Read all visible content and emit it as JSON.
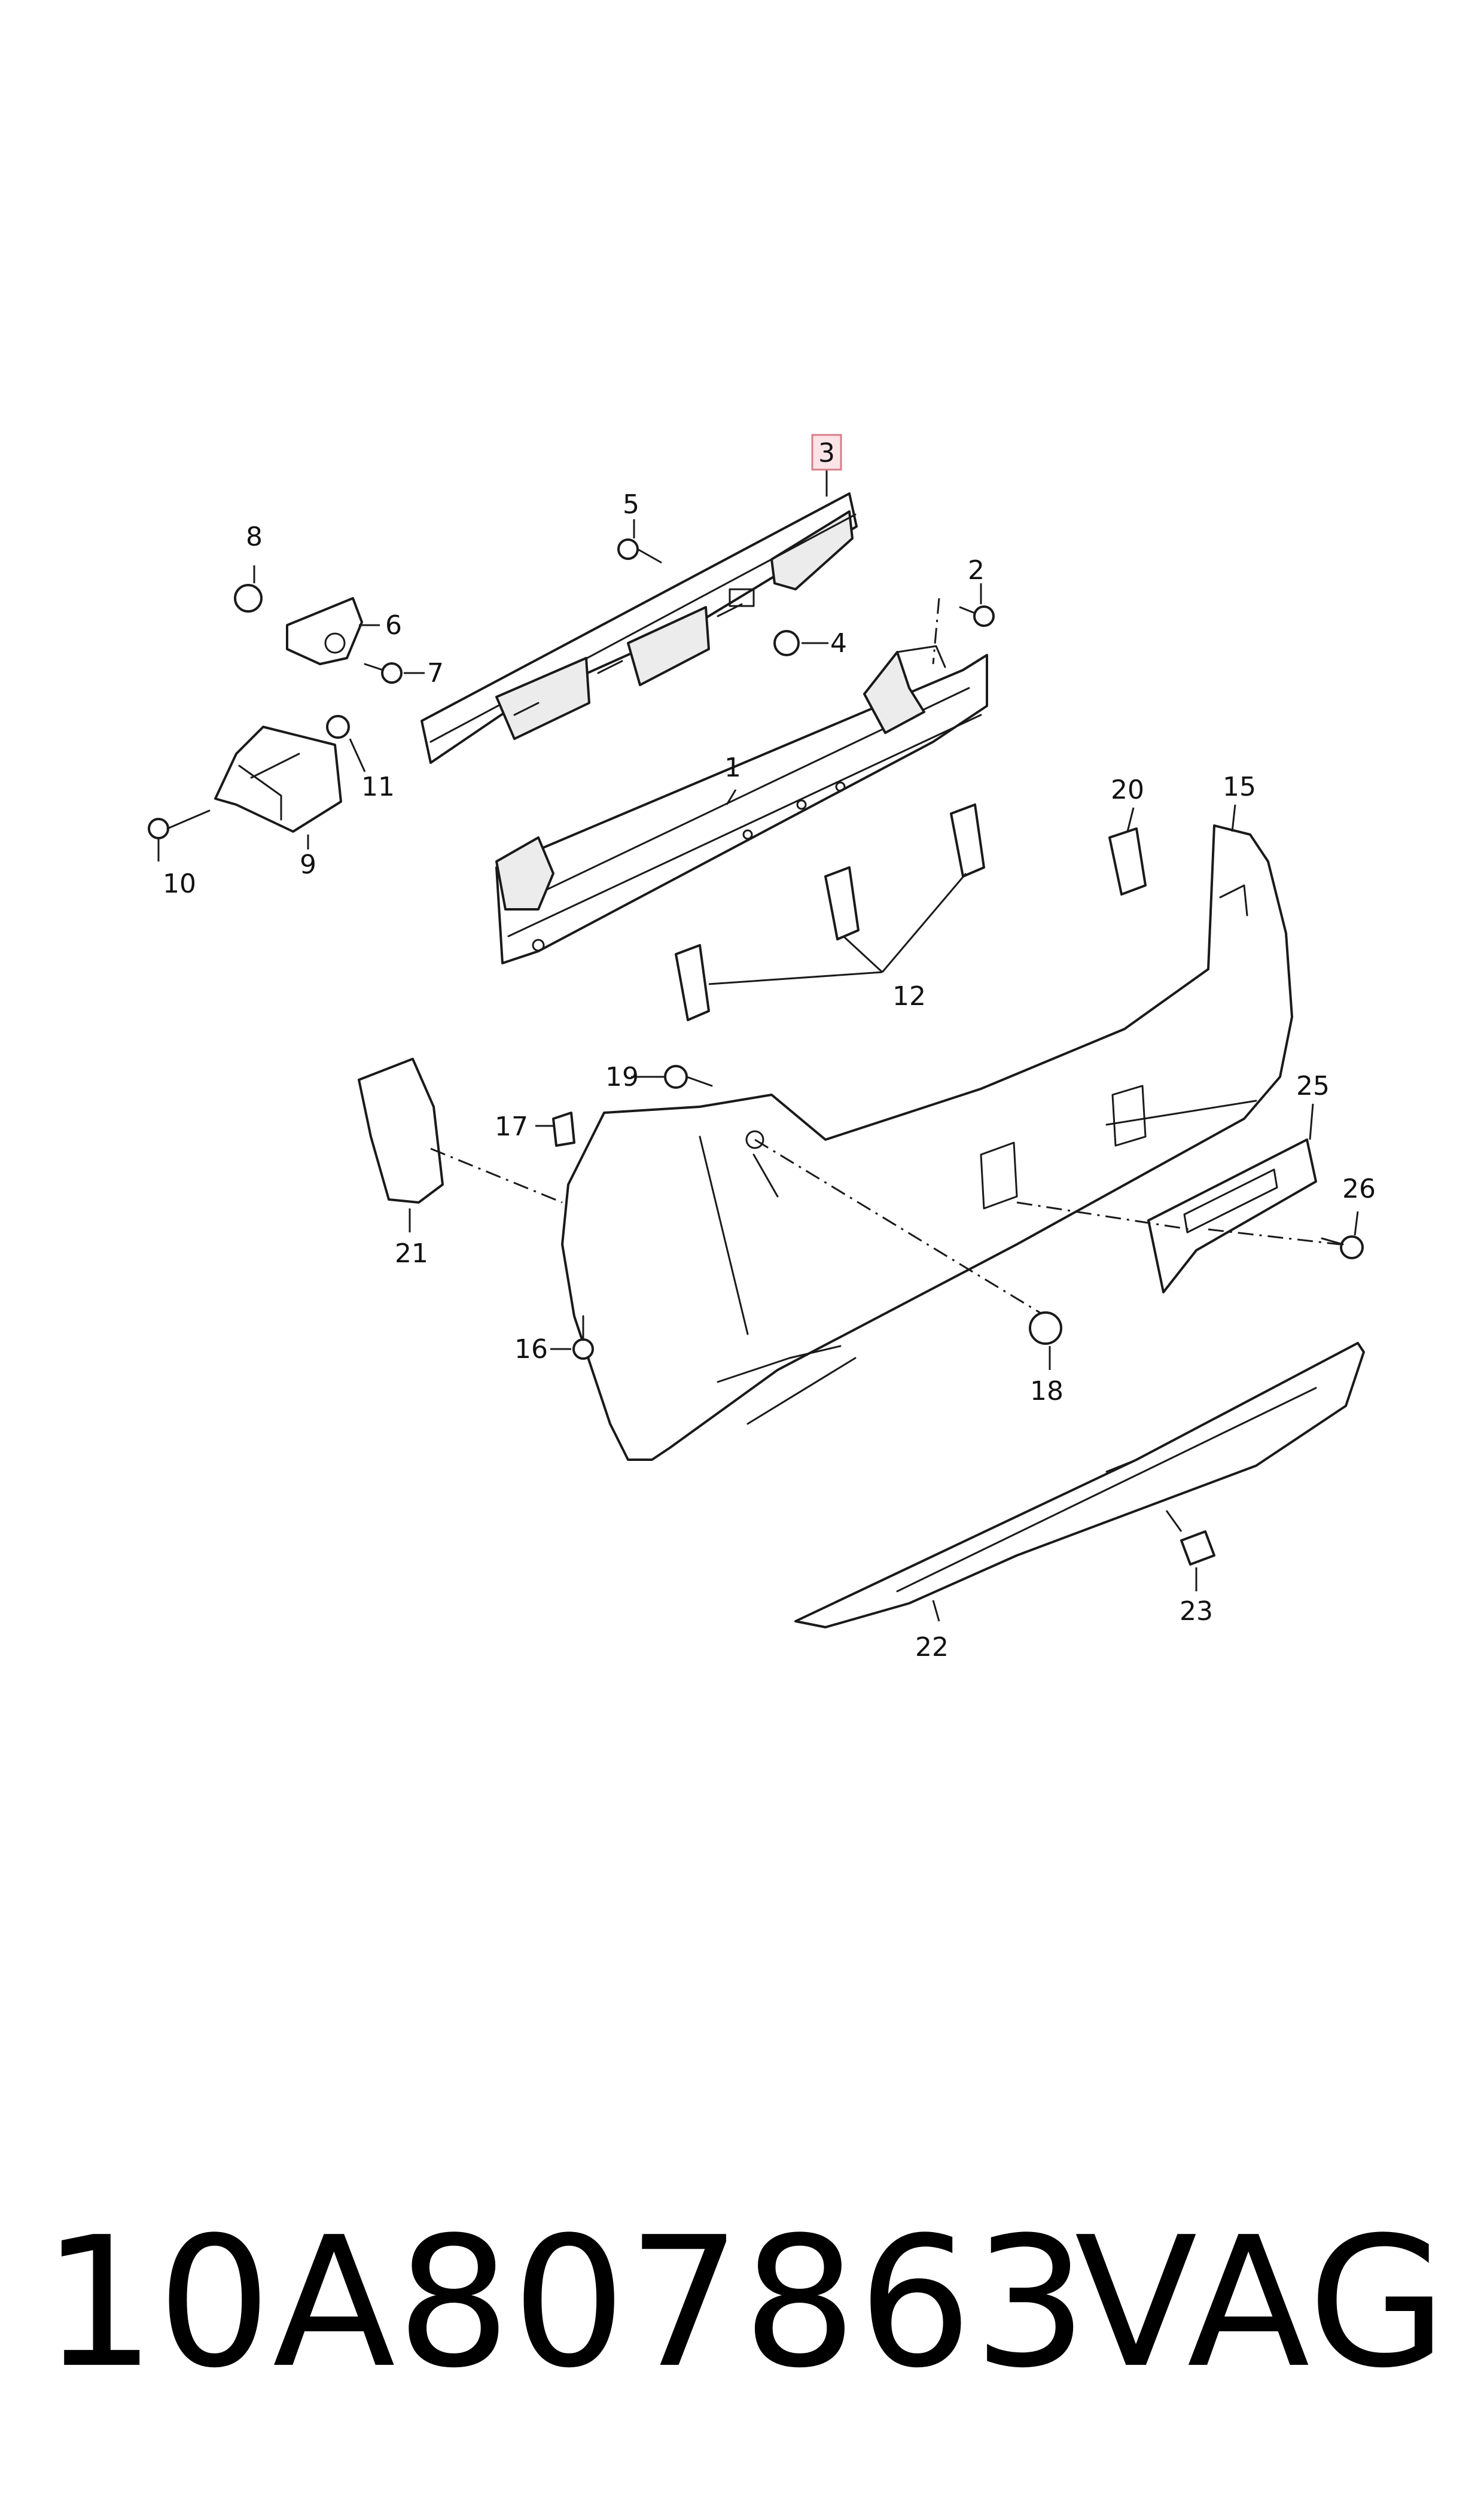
{
  "callouts": {
    "c1": "1",
    "c2": "2",
    "c3": "3",
    "c4": "4",
    "c5": "5",
    "c6": "6",
    "c7": "7",
    "c8": "8",
    "c9": "9",
    "c10": "10",
    "c11": "11",
    "c12": "12",
    "c15": "15",
    "c16": "16",
    "c17": "17",
    "c18": "18",
    "c19": "19",
    "c20": "20",
    "c21": "21",
    "c22": "22",
    "c23": "23",
    "c25": "25",
    "c26": "26"
  },
  "highlighted_callout": "3",
  "highlight_color": "#e8a0a8",
  "footer": {
    "part_number": "10A807863",
    "brand": "VAG"
  }
}
